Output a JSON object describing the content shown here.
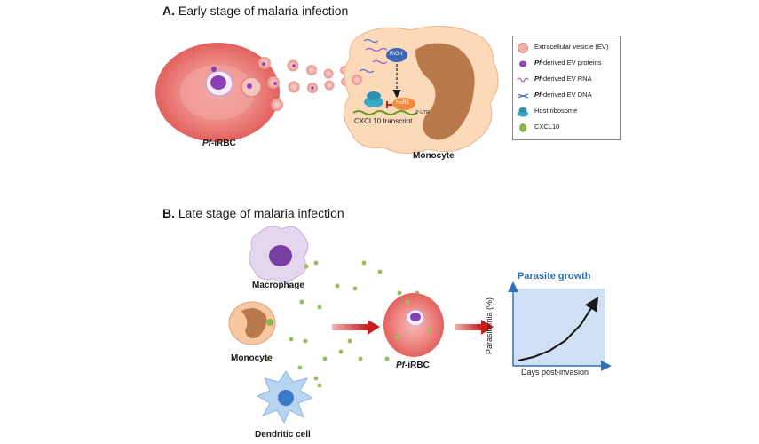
{
  "panel_a": {
    "letter": "A.",
    "title": "Early stage of malaria infection",
    "iRBC_prefix": "Pf",
    "iRBC_suffix": "-iRBC",
    "monocyte_label": "Monocyte",
    "rig_label": "RIG-I",
    "hur_label": "HuR1",
    "utr_label": "3'-UTR",
    "transcript_label": "CXCL10 transcript"
  },
  "legend": {
    "items": [
      {
        "prefix": "",
        "text": "Extracellular vesicle (EV)",
        "icon": "ev-circle",
        "color": "#f0b0a8"
      },
      {
        "prefix": "Pf",
        "text": "-derived EV proteins",
        "icon": "protein-blob",
        "color": "#9b3fc2"
      },
      {
        "prefix": "Pf",
        "text": "-derived EV RNA",
        "icon": "rna-squiggle",
        "color": "#8b55c9"
      },
      {
        "prefix": "Pf",
        "text": "-derived EV DNA",
        "icon": "dna-helix",
        "color": "#5a6fc8"
      },
      {
        "prefix": "",
        "text": "Host ribosome",
        "icon": "ribosome",
        "color": "#3aa7c9"
      },
      {
        "prefix": "",
        "text": "CXCL10",
        "icon": "cxcl10-drop",
        "color": "#8ab54a"
      }
    ]
  },
  "panel_b": {
    "letter": "B.",
    "title": "Late stage of malaria infection",
    "macrophage_label": "Macrophage",
    "monocyte_label": "Monocyte",
    "dendritic_label": "Dendritic cell",
    "iRBC_prefix": "Pf",
    "iRBC_suffix": "-iRBC"
  },
  "chart_data": {
    "type": "line",
    "title": "Parasite growth",
    "xlabel": "Days post-invasion",
    "ylabel": "Parasitemia (%)",
    "trend": "exponential increase",
    "x": [
      0,
      0.2,
      0.4,
      0.6,
      0.8,
      1.0
    ],
    "values": [
      0.0,
      0.06,
      0.16,
      0.32,
      0.58,
      0.98
    ]
  },
  "colors": {
    "rbc": "#e8716f",
    "rbc_inner": "#f3a3a0",
    "monocyte_body": "#fcd9b8",
    "nucleus_brown": "#b87a4c",
    "chart_bg": "#cfe0f4",
    "chart_axis": "#2f6fb8",
    "arrow_red": "#c71f1f",
    "cxcl10": "#8ab54a"
  }
}
